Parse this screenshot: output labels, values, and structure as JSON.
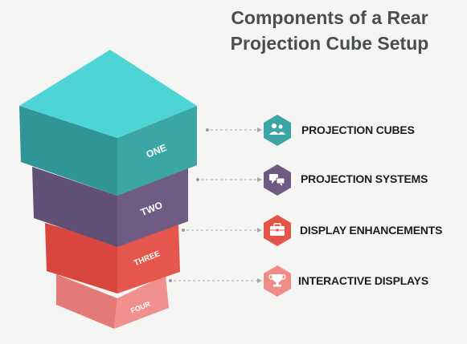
{
  "title": {
    "line1": "Components of a Rear",
    "line2": "Projection Cube Setup"
  },
  "layers": [
    {
      "tag": "ONE",
      "label": "PROJECTION CUBES",
      "icon": "users-icon",
      "color": "#3ea5a6"
    },
    {
      "tag": "TWO",
      "label": "PROJECTION SYSTEMS",
      "icon": "chat-icon",
      "color": "#6e5a83"
    },
    {
      "tag": "THREE",
      "label": "DISPLAY ENHANCEMENTS",
      "icon": "toolbox-icon",
      "color": "#e3544a"
    },
    {
      "tag": "FOUR",
      "label": "INTERACTIVE DISPLAYS",
      "icon": "trophy-icon",
      "color": "#ee8c88"
    }
  ],
  "colors": {
    "background": "#f5f5f4",
    "top_face": "#4fd4d6",
    "title": "#4a4f4b"
  }
}
